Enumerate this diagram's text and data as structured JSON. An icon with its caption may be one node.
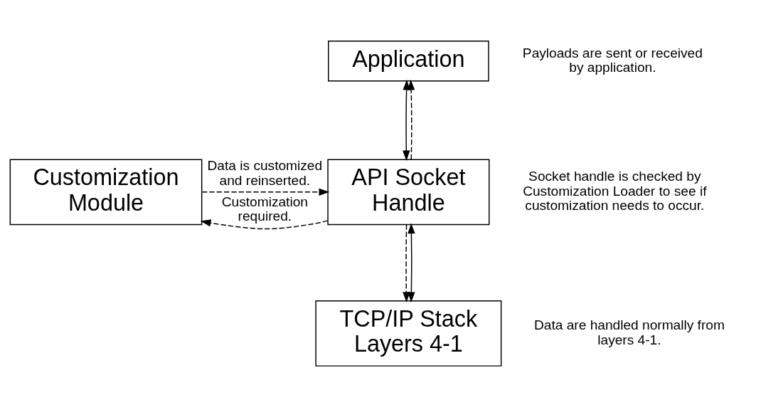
{
  "diagram": {
    "nodes": [
      {
        "text": [
          "Application"
        ],
        "beside": [
          "Payloads are sent or received by application."
        ]
      },
      {
        "text": [
          "API Socket Handle"
        ],
        "beside": [
          "Socket handle is checked by Customization Loader to see if customization needs to occur."
        ]
      },
      {
        "text": [
          "Customization Module"
        ]
      },
      {
        "text": [
          "TCP/IP Stack Layers 4-1"
        ],
        "beside": [
          "Data are handled normally from layers 4-1."
        ]
      }
    ],
    "edges": [
      {
        "from": 1,
        "to": 0,
        "arrow": "to",
        "style": "dashed"
      },
      {
        "from": 0,
        "to": 1,
        "arrow": "both"
      },
      {
        "from": 1,
        "to": 2,
        "arrow": "to",
        "style": "dashed",
        "label": "Customization required."
      },
      {
        "from": 2,
        "to": 1,
        "arrow": "to",
        "style": "dashed",
        "label": "Data is customized and reinserted."
      },
      {
        "from": 1,
        "to": 3,
        "arrow": "to",
        "style": "dashed"
      },
      {
        "from": 1,
        "to": 3,
        "arrow": "both"
      }
    ]
  }
}
